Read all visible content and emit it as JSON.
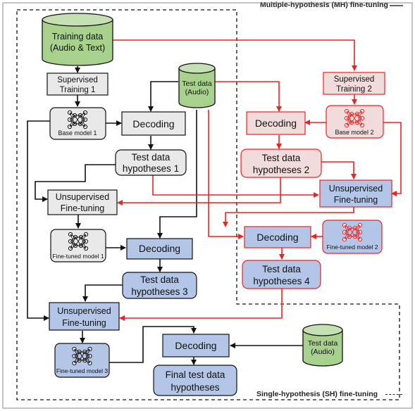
{
  "legend": {
    "mh": "Multiple-hypothesis (MH) fine-tuning",
    "sh": "Single-hypothesis (SH) fine-tuning"
  },
  "nodes": {
    "training_data": [
      "Training data",
      "(Audio & Text)"
    ],
    "test_data_top": [
      "Test data",
      "(Audio)"
    ],
    "test_data_bottom": [
      "Test data",
      "(Audio)"
    ],
    "supervised_training_1": [
      "Supervised",
      "Training 1"
    ],
    "supervised_training_2": [
      "Supervised",
      "Training 2"
    ],
    "base_model_1": "Base model 1",
    "base_model_2": "Base model 2",
    "decoding_1": "Decoding",
    "decoding_2": "Decoding",
    "decoding_3": "Decoding",
    "decoding_4": "Decoding",
    "decoding_5": "Decoding",
    "hyp_1": [
      "Test data",
      "hypotheses 1"
    ],
    "hyp_2": [
      "Test data",
      "hypotheses 2"
    ],
    "hyp_3": [
      "Test data",
      "hypotheses 3"
    ],
    "hyp_4": [
      "Test data",
      "hypotheses 4"
    ],
    "final_hyp": [
      "Final test data",
      "hypotheses"
    ],
    "unsup_1": [
      "Unsupervised",
      "Fine-tuning"
    ],
    "unsup_2": [
      "Unsupervised",
      "Fine-tuning"
    ],
    "unsup_3": [
      "Unsupervised",
      "Fine-tuning"
    ],
    "ft_model_1": "Fine-tuned model 1",
    "ft_model_2": "Fine-tuned model 2",
    "ft_model_3": "Fine-tuned model 3"
  },
  "colors": {
    "red": "#ee2222",
    "black": "#111111",
    "grey_fill": "#e9e9e9",
    "blue_fill": "#b3c6e7",
    "green_fill": "#a9d18e"
  }
}
